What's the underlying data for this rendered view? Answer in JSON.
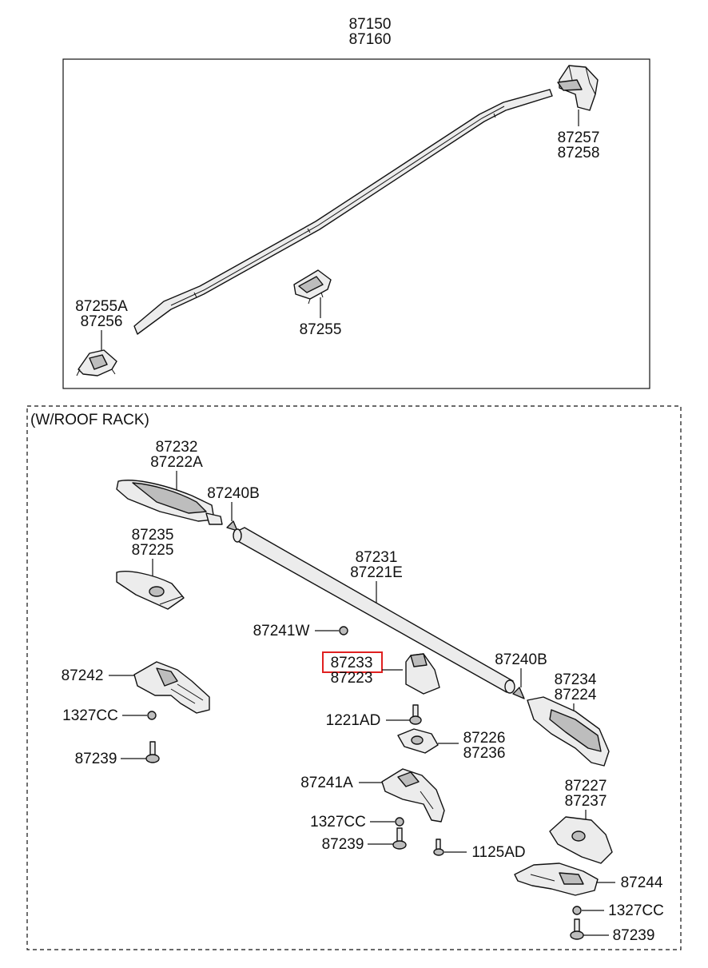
{
  "upper_group": {
    "labels": {
      "rail_a": "87150",
      "rail_b": "87160",
      "end_cap_a": "87257",
      "end_cap_b": "87258",
      "front_clip_a": "87255A",
      "front_clip_b": "87256",
      "mid_clip": "87255"
    }
  },
  "lower_group": {
    "title": "(W/ROOF RACK)",
    "labels": {
      "front_cover_a": "87232",
      "front_cover_b": "87222A",
      "front_seal": "87240B",
      "front_pad_a": "87235",
      "front_pad_b": "87225",
      "bar_a": "87231",
      "bar_b": "87221E",
      "nut": "87241W",
      "mid_cover_a": "87233",
      "mid_cover_b": "87223",
      "rear_seal": "87240B",
      "rear_cover_a": "87234",
      "rear_cover_b": "87224",
      "front_bracket": "87242",
      "front_washer": "1327CC",
      "front_bolt": "87239",
      "mid_screw": "1221AD",
      "mid_pad_a": "87226",
      "mid_pad_b": "87236",
      "mid_bracket": "87241A",
      "mid_washer": "1327CC",
      "mid_bolt": "87239",
      "mid_screw_b": "1125AD",
      "rear_pad_a": "87227",
      "rear_pad_b": "87237",
      "rear_bracket": "87244",
      "rear_washer": "1327CC",
      "rear_bolt": "87239"
    }
  }
}
